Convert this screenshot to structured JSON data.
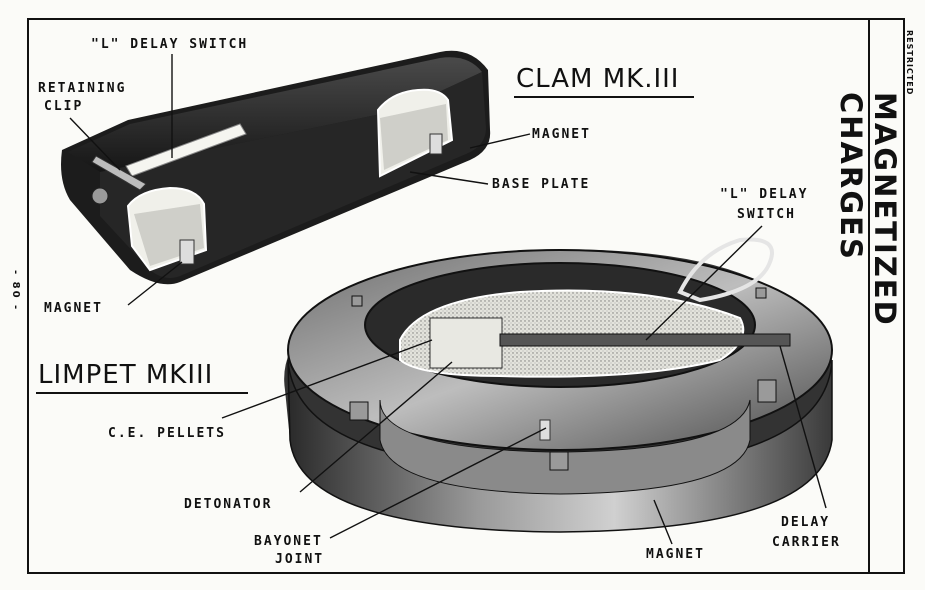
{
  "side_title": "MAGNETIZED CHARGES",
  "restricted": "RESTRICTED",
  "page_number": "- 80 -",
  "clam": {
    "title": "CLAM MK.III",
    "labels": {
      "delay_switch": "\"L\" DELAY SWITCH",
      "retaining_clip_1": "RETAINING",
      "retaining_clip_2": "CLIP",
      "magnet_top": "MAGNET",
      "base_plate": "BASE PLATE",
      "magnet_bottom": "MAGNET"
    }
  },
  "limpet": {
    "title": "LIMPET MKIII",
    "labels": {
      "delay_switch_1": "\"L\" DELAY",
      "delay_switch_2": "SWITCH",
      "ce_pellets": "C.E. PELLETS",
      "detonator": "DETONATOR",
      "bayonet_1": "BAYONET",
      "bayonet_2": "JOINT",
      "magnet": "MAGNET",
      "delay_carrier_1": "DELAY",
      "delay_carrier_2": "CARRIER"
    }
  },
  "colors": {
    "ink": "#111111",
    "paper": "#fbfbf8",
    "metal_dark": "#1c1c1c",
    "metal_light": "#8a8a8a",
    "explosive": "#d6d6d0"
  }
}
